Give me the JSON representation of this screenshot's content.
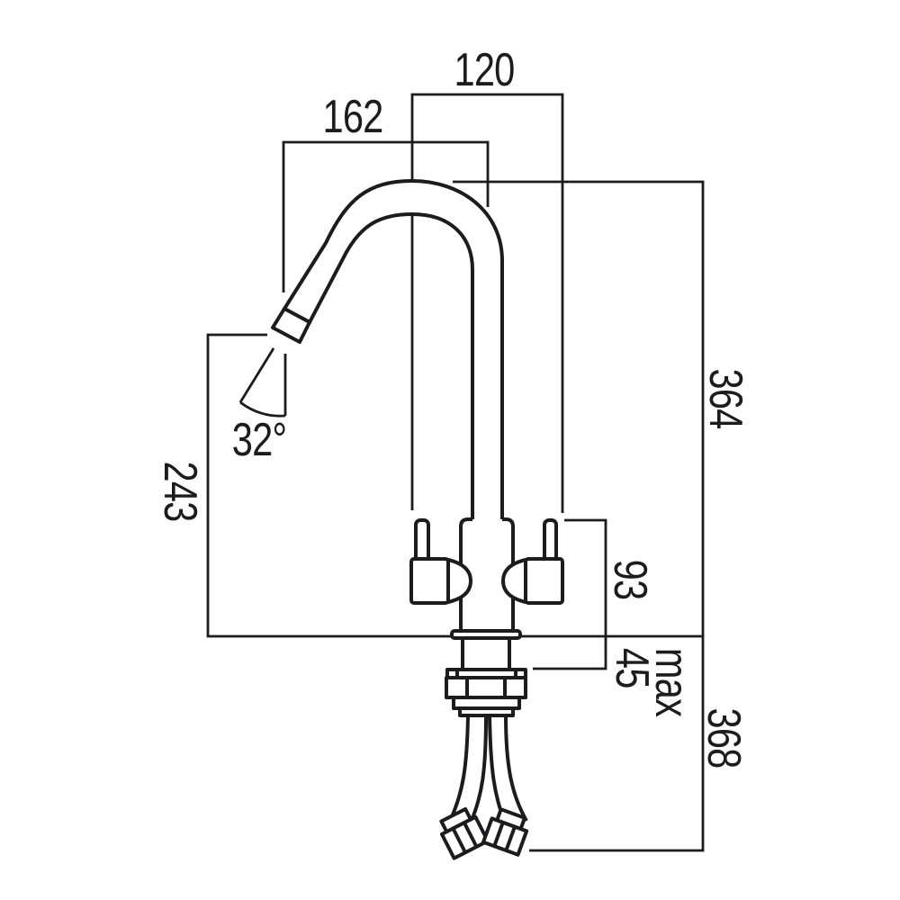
{
  "drawing": {
    "kind": "tap-dimension-diagram",
    "colors": {
      "line": "#1c1c1e",
      "background": "#ffffff"
    },
    "labels": {
      "d120": "120",
      "d162": "162",
      "d364": "364",
      "d368": "368",
      "d243": "243",
      "d93": "93",
      "dmax": "max",
      "d45": "45",
      "angle": "32°"
    }
  }
}
